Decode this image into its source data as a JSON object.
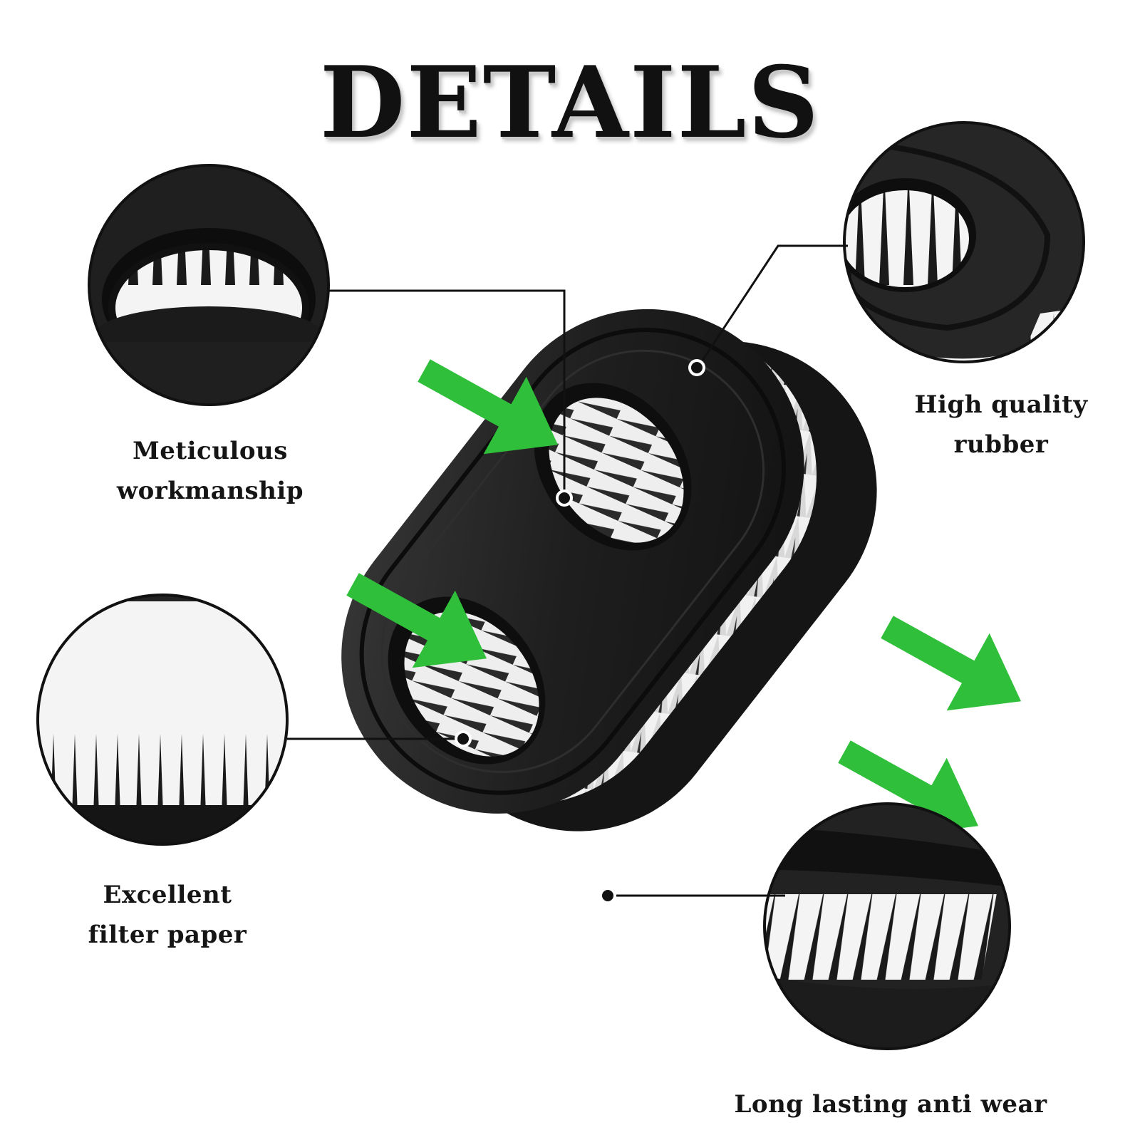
{
  "heading": "DETAILS",
  "callouts": {
    "workmanship": {
      "line1": "Meticulous",
      "line2": "workmanship"
    },
    "rubber": {
      "line1": "High quality",
      "line2": "rubber"
    },
    "paper": {
      "line1": "Excellent",
      "line2": "filter paper"
    },
    "wear": {
      "line1": "Long lasting anti wear"
    }
  },
  "colors": {
    "arrow_green": "#2fbf3a",
    "rubber_black": "#1b1b1b",
    "pleat_white": "#f2f2f2",
    "text": "#151515"
  }
}
